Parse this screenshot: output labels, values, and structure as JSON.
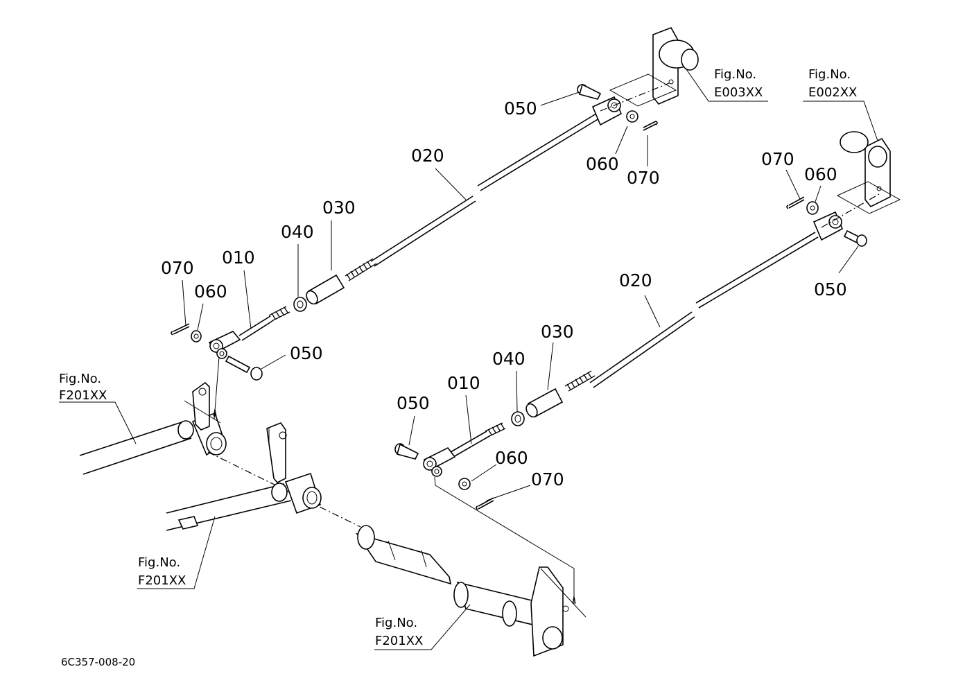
{
  "labels": {
    "p010": "010",
    "p020": "020",
    "p030": "030",
    "p040": "040",
    "p050": "050",
    "p060": "060",
    "p070": "070"
  },
  "figure_refs": {
    "fig_no": "Fig.No.",
    "e003": "E003XX",
    "e002": "E002XX",
    "f201": "F201XX"
  },
  "drawing_code": "6C357-008-20"
}
